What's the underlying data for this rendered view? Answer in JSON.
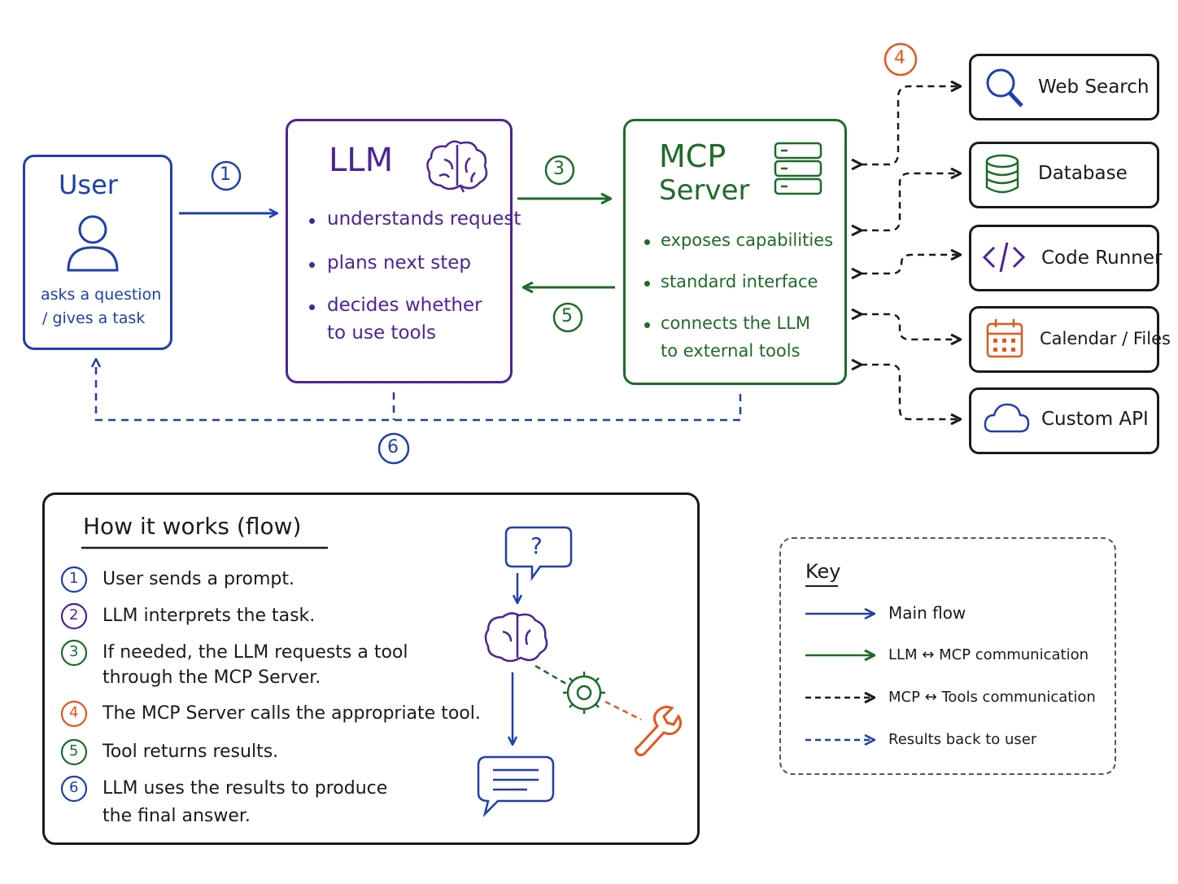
{
  "user": {
    "title": "User",
    "caption_line1": "asks a question",
    "caption_line2": "/ gives a task",
    "icon": "user-icon"
  },
  "llm": {
    "title": "LLM",
    "icon": "brain-icon",
    "bullets": [
      "understands request",
      "plans next step",
      "decides whether",
      "to use tools"
    ]
  },
  "mcp": {
    "title_line1": "MCP",
    "title_line2": "Server",
    "icon": "server-icon",
    "bullets": [
      "exposes capabilities",
      "standard interface",
      "connects the LLM",
      "to external tools"
    ]
  },
  "tools": [
    {
      "label": "Web Search",
      "icon": "search-icon"
    },
    {
      "label": "Database",
      "icon": "database-icon"
    },
    {
      "label": "Code Runner",
      "icon": "code-icon"
    },
    {
      "label": "Calendar / Files",
      "icon": "calendar-icon"
    },
    {
      "label": "Custom API",
      "icon": "cloud-icon"
    }
  ],
  "step_markers": [
    "1",
    "3",
    "5",
    "4",
    "6"
  ],
  "flow": {
    "title": "How it works (flow)",
    "steps": [
      {
        "num": "1",
        "line1": "User sends a prompt.",
        "line2": ""
      },
      {
        "num": "2",
        "line1": "LLM interprets the task.",
        "line2": ""
      },
      {
        "num": "3",
        "line1": "If needed, the LLM requests a tool",
        "line2": "through the MCP Server."
      },
      {
        "num": "4",
        "line1": "The MCP Server calls the appropriate tool.",
        "line2": ""
      },
      {
        "num": "5",
        "line1": "Tool returns results.",
        "line2": ""
      },
      {
        "num": "6",
        "line1": "LLM uses the results to produce",
        "line2": "the final answer."
      }
    ],
    "question_mark": "?"
  },
  "key": {
    "title": "Key",
    "items": [
      "Main flow",
      "LLM ↔ MCP communication",
      "MCP ↔ Tools communication",
      "Results back to user"
    ]
  },
  "colors": {
    "blue": "#1f3fae",
    "purple": "#4b2496",
    "green": "#1e6b2a",
    "orange": "#e4571b",
    "black": "#1a1a1a"
  }
}
